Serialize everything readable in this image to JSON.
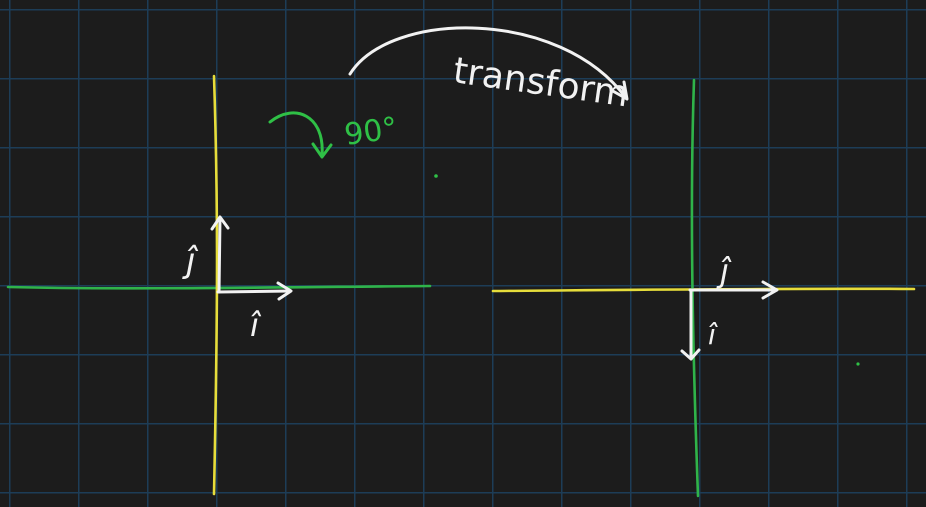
{
  "annotations": {
    "rotation_label": "90°",
    "transform_label": "transform"
  },
  "left_plane": {
    "i_hat_label": "î",
    "j_hat_label": "ĵ"
  },
  "right_plane": {
    "i_hat_label": "î",
    "j_hat_label": "ĵ"
  },
  "colors": {
    "background": "#1c1c1c",
    "grid": "#1d3d57",
    "axis_yellow": "#e6dd3b",
    "axis_green": "#2fb34a",
    "arrow_white": "#f2f2f2",
    "annotation_green": "#2fc046"
  },
  "icons": [
    "rotate-arrow-icon",
    "transform-arrow-icon"
  ]
}
